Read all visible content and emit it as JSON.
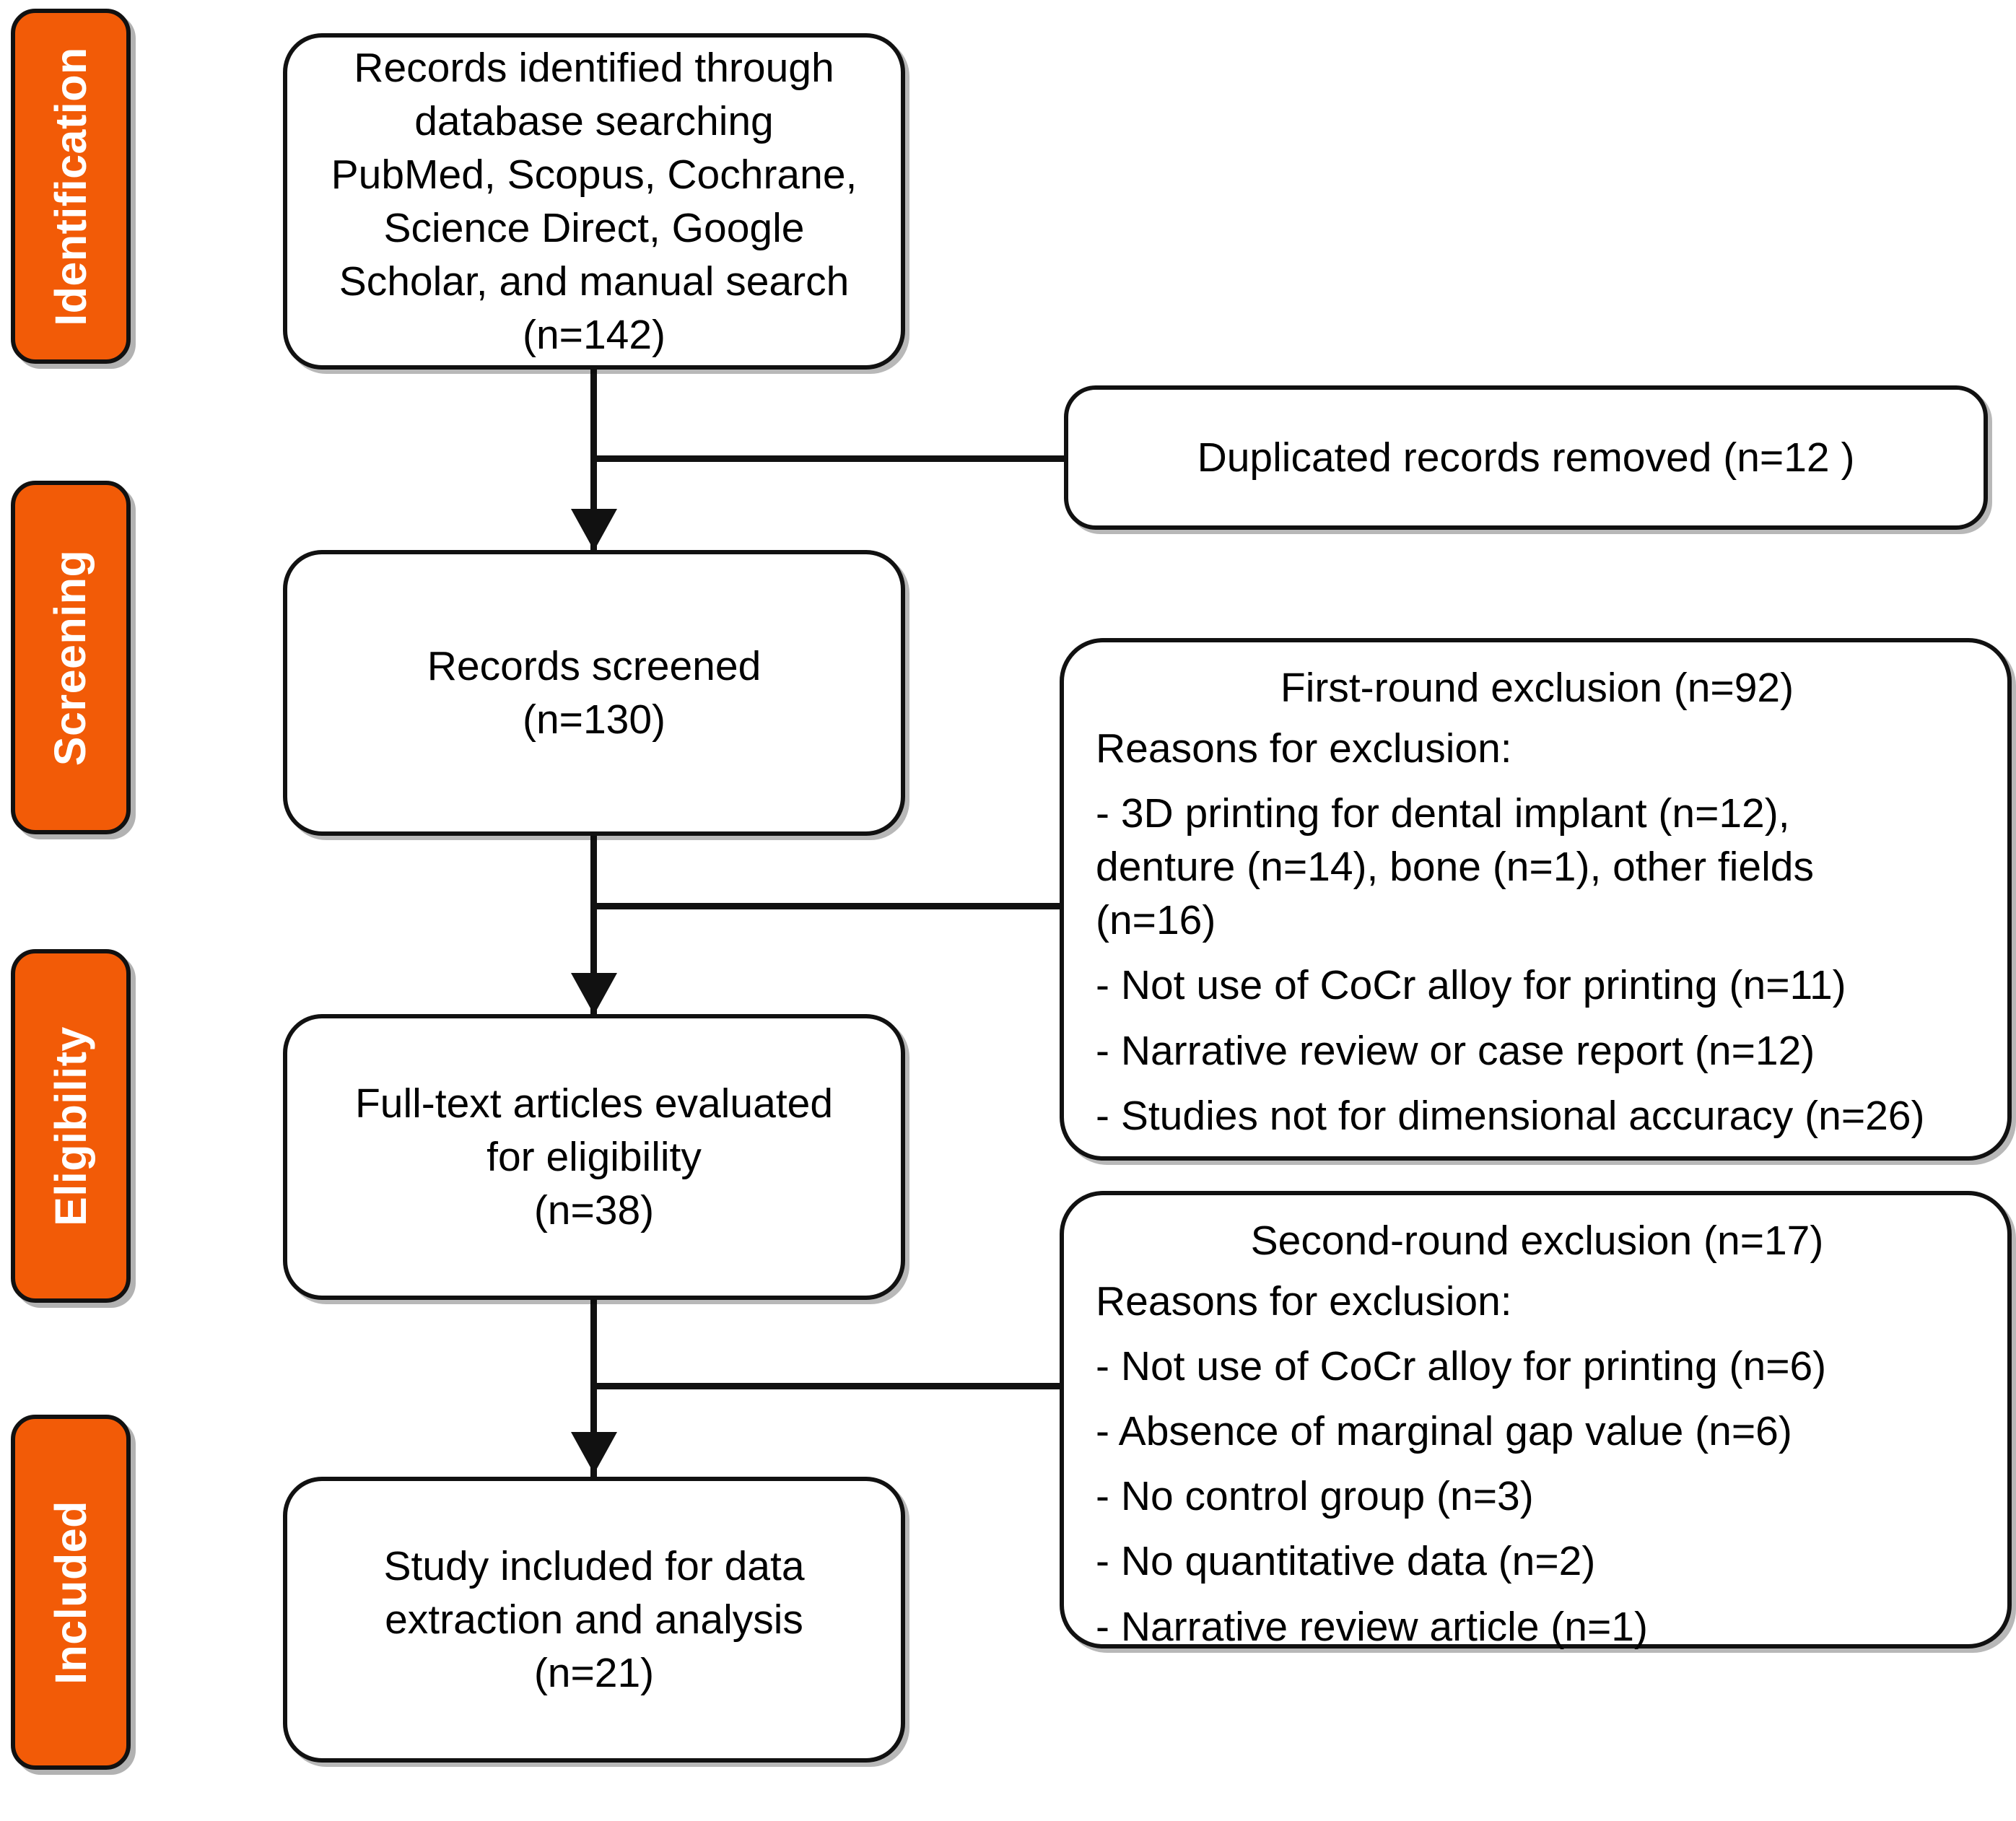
{
  "diagram": {
    "title": "PRISMA flow diagram",
    "accent_color": "#F25B07",
    "line_color": "#111111",
    "background": "#FFFFFF"
  },
  "stages": [
    {
      "id": "identification",
      "label": "Identification"
    },
    {
      "id": "screening",
      "label": "Screening"
    },
    {
      "id": "eligibility",
      "label": "Eligibility"
    },
    {
      "id": "included",
      "label": "Included"
    }
  ],
  "flow": {
    "identified": {
      "lines": [
        "Records identified through",
        "database searching",
        "PubMed, Scopus, Cochrane,",
        "Science Direct, Google",
        "Scholar, and manual search",
        "(n=142)"
      ],
      "n": 142
    },
    "screened": {
      "lines": [
        "Records screened",
        "(n=130)"
      ],
      "n": 130
    },
    "fulltext": {
      "lines": [
        "Full-text articles evaluated",
        "for eligibility",
        "(n=38)"
      ],
      "n": 38
    },
    "included": {
      "lines": [
        "Study included for data",
        "extraction and analysis",
        "(n=21)"
      ],
      "n": 21
    }
  },
  "exclusions": {
    "duplicates": {
      "text": "Duplicated records removed (n=12 )",
      "n": 12
    },
    "first_round": {
      "heading": "First-round exclusion  (n=92)",
      "n": 92,
      "subheading": "Reasons for exclusion:",
      "items": [
        "- 3D printing for dental implant (n=12),\ndenture (n=14), bone (n=1), other fields\n(n=16)",
        "- Not use of CoCr alloy for printing (n=11)",
        "- Narrative review or case report (n=12)",
        "- Studies not for dimensional accuracy (n=26)"
      ]
    },
    "second_round": {
      "heading": "Second-round exclusion (n=17)",
      "n": 17,
      "subheading": "Reasons for exclusion:",
      "items": [
        "- Not use of CoCr alloy for printing (n=6)",
        "- Absence of marginal gap value (n=6)",
        "- No control group (n=3)",
        "- No quantitative data (n=2)",
        "- Narrative review article (n=1)"
      ]
    }
  }
}
